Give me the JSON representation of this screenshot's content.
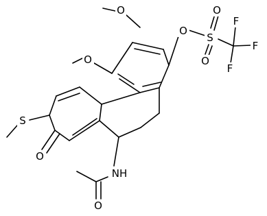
{
  "molecule": {
    "atom_labels": {
      "o_top": "O",
      "o_mid": "O",
      "o_right": "O",
      "s_sulfonyl": "S",
      "o_sulfonyl_upper": "O",
      "o_sulfonyl_lower": "O",
      "f_top": "F",
      "f_right": "F",
      "f_bottom": "F",
      "s_thio": "S",
      "o_ketone": "O",
      "nh": "NH",
      "o_amide": "O"
    }
  }
}
